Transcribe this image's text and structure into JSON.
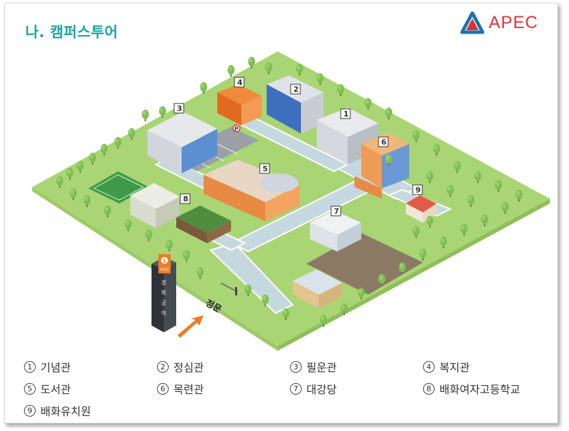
{
  "header": {
    "title": "나. 캠퍼스투어",
    "logo_text": "APEC"
  },
  "map": {
    "building_markers": [
      "1",
      "2",
      "3",
      "4",
      "5",
      "6",
      "7",
      "8",
      "9"
    ],
    "station_sign": {
      "number": "1",
      "line": "3호선",
      "name_chars": [
        "경",
        "복",
        "궁",
        "역"
      ]
    },
    "gate_label": "정문",
    "parking_symbol": "P"
  },
  "legend": {
    "items": [
      {
        "num": "1",
        "label": "기념관"
      },
      {
        "num": "2",
        "label": "정심관"
      },
      {
        "num": "3",
        "label": "필운관"
      },
      {
        "num": "4",
        "label": "복지관"
      },
      {
        "num": "5",
        "label": "도서관"
      },
      {
        "num": "6",
        "label": "목련관"
      },
      {
        "num": "7",
        "label": "대강당"
      },
      {
        "num": "8",
        "label": "배화여자고등학교"
      },
      {
        "num": "9",
        "label": "배화유치원"
      }
    ]
  },
  "colors": {
    "title": "#1aa3a0",
    "logo": "#e2323a",
    "grass": "#a9d574",
    "road": "#bdd3dc",
    "station": "#f07b22"
  }
}
